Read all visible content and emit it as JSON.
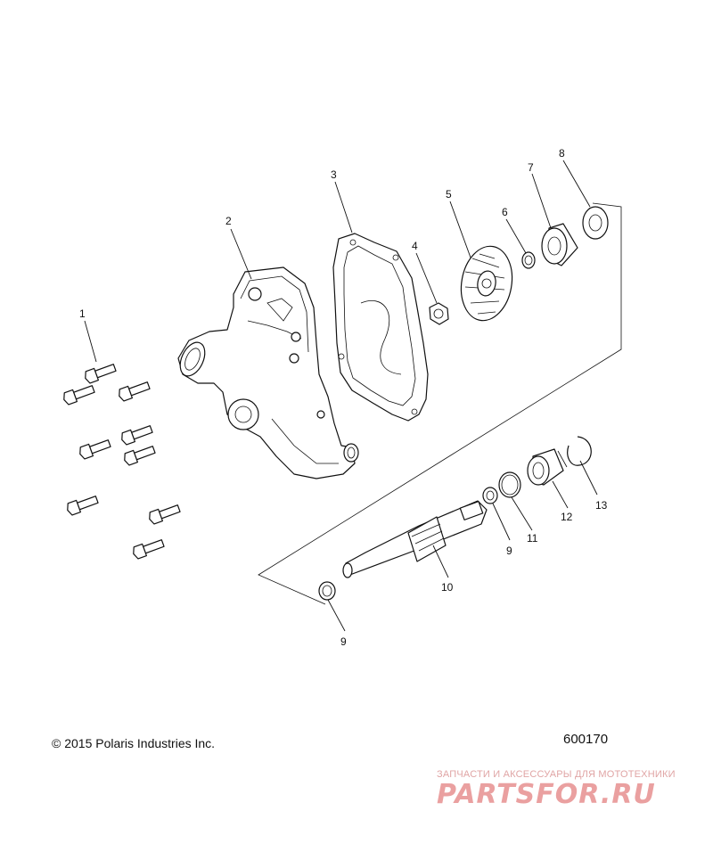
{
  "diagram": {
    "callouts": [
      "1",
      "2",
      "3",
      "4",
      "5",
      "6",
      "7",
      "8",
      "9",
      "10",
      "11",
      "12",
      "13",
      "9"
    ]
  },
  "footer": {
    "copyright": "© 2015 Polaris Industries Inc.",
    "diagram_id": "600170"
  },
  "watermark": {
    "caption": "ЗАПЧАСТИ И АКСЕССУАРЫ ДЛЯ МОТОТЕХНИКИ",
    "logo_text": "PARTSFOR.RU"
  }
}
